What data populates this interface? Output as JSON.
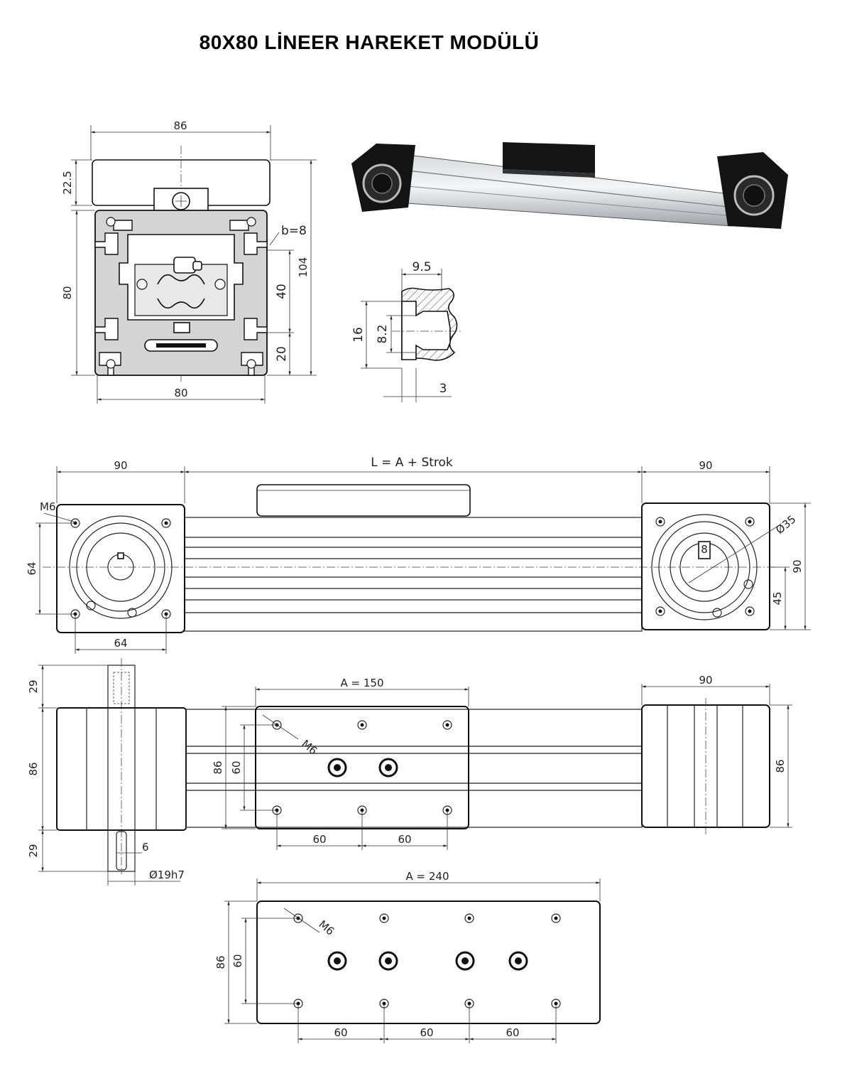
{
  "title": "80X80 LİNEER HAREKET MODÜLÜ",
  "section_view": {
    "dim_width_top": "86",
    "dim_carriage_height": "22.5",
    "dim_height_total": "104",
    "dim_profile_height": "80",
    "dim_slot_width": "b=8",
    "dim_40": "40",
    "dim_20": "20",
    "dim_width_bottom": "80"
  },
  "slot_detail": {
    "dim_top": "9.5",
    "dim_16": "16",
    "dim_8_2": "8.2",
    "dim_3": "3"
  },
  "top_view": {
    "dim_left_block": "90",
    "dim_length": "L = A + Strok",
    "dim_right_block": "90",
    "label_m6": "M6",
    "dim_64_vert": "64",
    "dim_64_horiz": "64",
    "dim_key": "8",
    "dim_bore": "Ø35",
    "dim_90_vert": "90",
    "dim_45": "45"
  },
  "side_view": {
    "dim_29_top": "29",
    "dim_86_left": "86",
    "dim_29_bottom": "29",
    "dim_6": "6",
    "dim_shaft": "Ø19h7",
    "dim_a150": "A = 150",
    "label_m6": "M6",
    "dim_86_carriage": "86",
    "dim_60_carriage": "60",
    "dim_60_a": "60",
    "dim_60_b": "60",
    "dim_90_right": "90",
    "dim_86_right": "86"
  },
  "carriage_240": {
    "dim_a240": "A = 240",
    "label_m6": "M6",
    "dim_86": "86",
    "dim_60_vert": "60",
    "dim_60_a": "60",
    "dim_60_b": "60",
    "dim_60_c": "60"
  }
}
